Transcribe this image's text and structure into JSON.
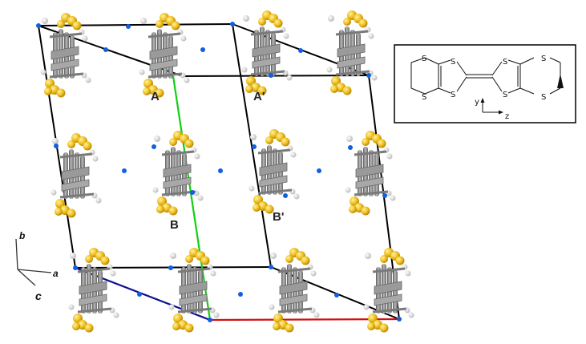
{
  "labels": {
    "A": "A",
    "A_prime": "A'",
    "B": "B",
    "B_prime": "B'"
  },
  "axes": {
    "a": "a",
    "b": "b",
    "c": "c"
  },
  "inset": {
    "atoms": {
      "s1": "S",
      "s2": "S",
      "s3": "S",
      "s4": "S",
      "s5": "S",
      "s6": "S",
      "s7": "S",
      "s8": "S"
    },
    "y_axis": "y",
    "z_axis": "z"
  },
  "colors": {
    "sulfur": "#f0c020",
    "carbon": "#8a8a8a",
    "hydrogen": "#e8e8e8",
    "cell_edge": "#000000",
    "axis_a": "#d01010",
    "axis_b": "#10d010",
    "axis_c": "#101090",
    "inversion_center": "#1060e0"
  },
  "icons": {
    "molecule": "bedt-ttf-molecule-icon"
  }
}
